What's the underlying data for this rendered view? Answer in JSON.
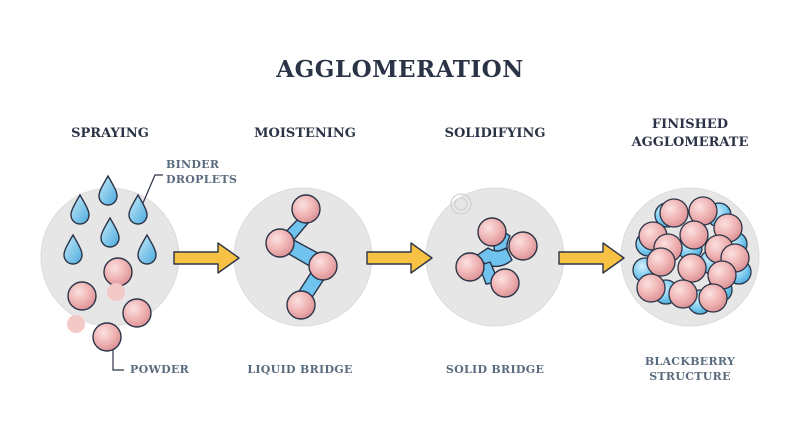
{
  "title": "AGGLOMERATION",
  "stages": [
    {
      "title": "Spraying",
      "caption": ""
    },
    {
      "title": "Moistening",
      "caption": "LIQUID BRIDGE"
    },
    {
      "title": "Solidifying",
      "caption": "SOLID BRIDGE"
    },
    {
      "title_line1": "Finished",
      "title_line2": "Agglomerate",
      "caption_line1": "BLACKBERRY",
      "caption_line2": "STRUCTURE"
    }
  ],
  "labels": {
    "binder_line1": "BINDER",
    "binder_line2": "DROPLETS",
    "powder": "POWDER"
  },
  "colors": {
    "circle_bg": "#e6e6e6",
    "particle": "#f0b4b4",
    "droplet": "#6fc3ee",
    "arrow": "#f7c244",
    "outline": "#2b3447"
  }
}
